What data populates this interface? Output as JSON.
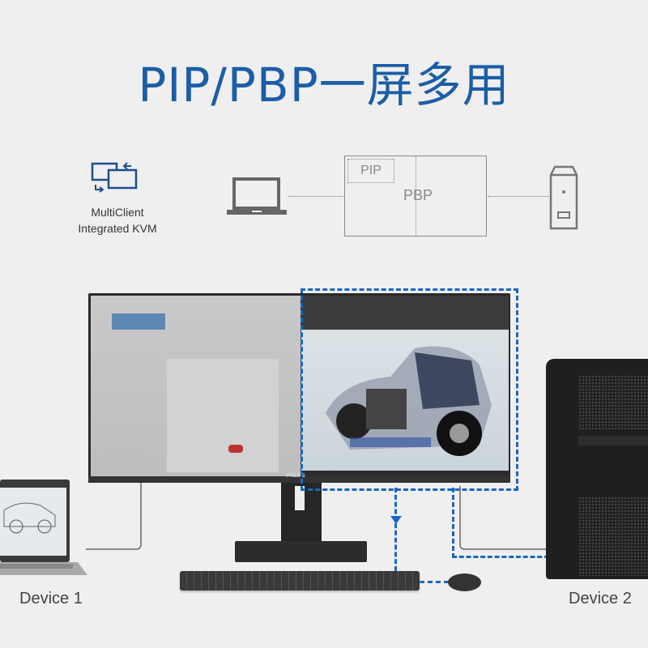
{
  "title": "PIP/PBP一屏多用",
  "kvm": {
    "icon": "multiclient-kvm-icon",
    "label_line1": "MultiClient",
    "label_line2": "Integrated KVM"
  },
  "diagram": {
    "pip_label": "PIP",
    "pbp_label": "PBP"
  },
  "monitor": {
    "brand": "PHILIPS"
  },
  "devices": {
    "device1": "Device 1",
    "device2": "Device 2"
  },
  "colors": {
    "accent": "#1b5ea6",
    "dashed_line": "#1a67c4"
  }
}
